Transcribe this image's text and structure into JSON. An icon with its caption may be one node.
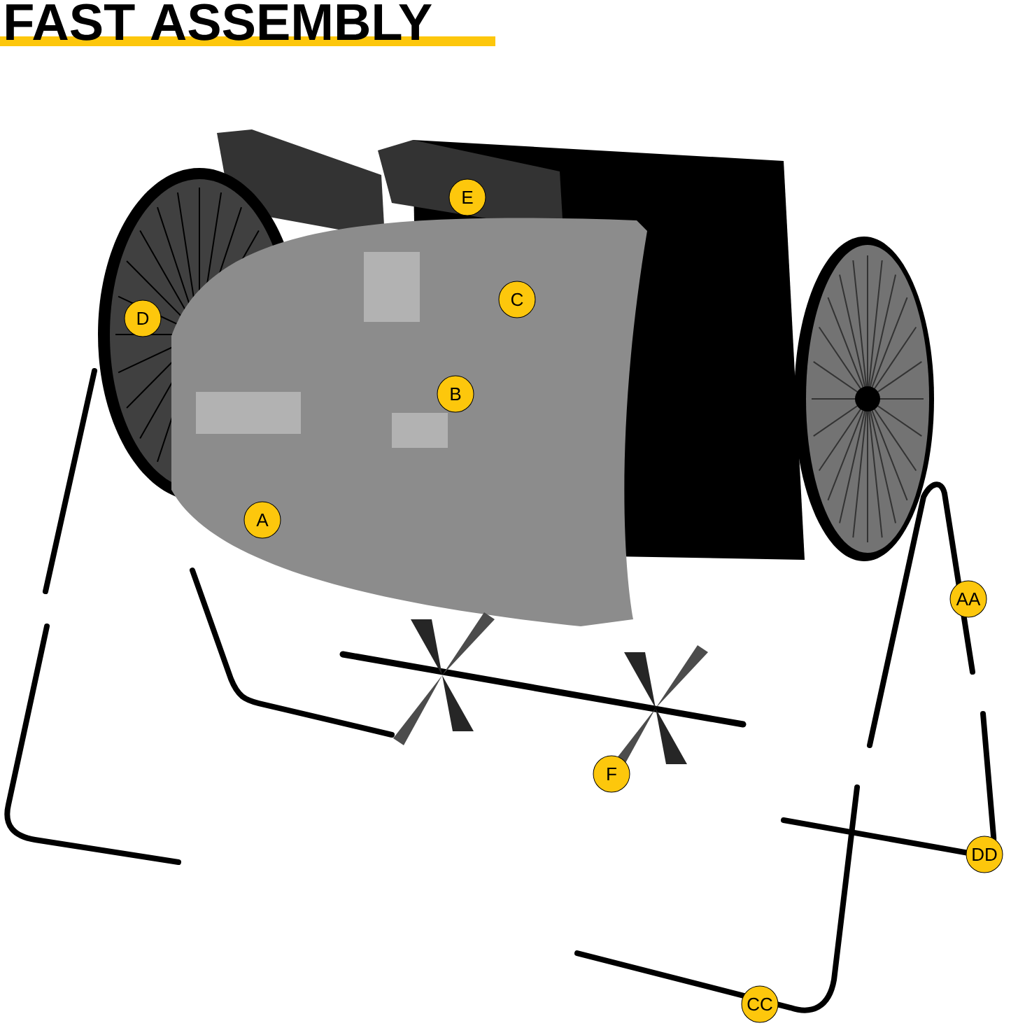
{
  "diagram": {
    "title": "FAST ASSEMBLY",
    "labels": [
      "E",
      "C",
      "D",
      "B",
      "A",
      "AA",
      "F",
      "DD",
      "CC"
    ]
  }
}
